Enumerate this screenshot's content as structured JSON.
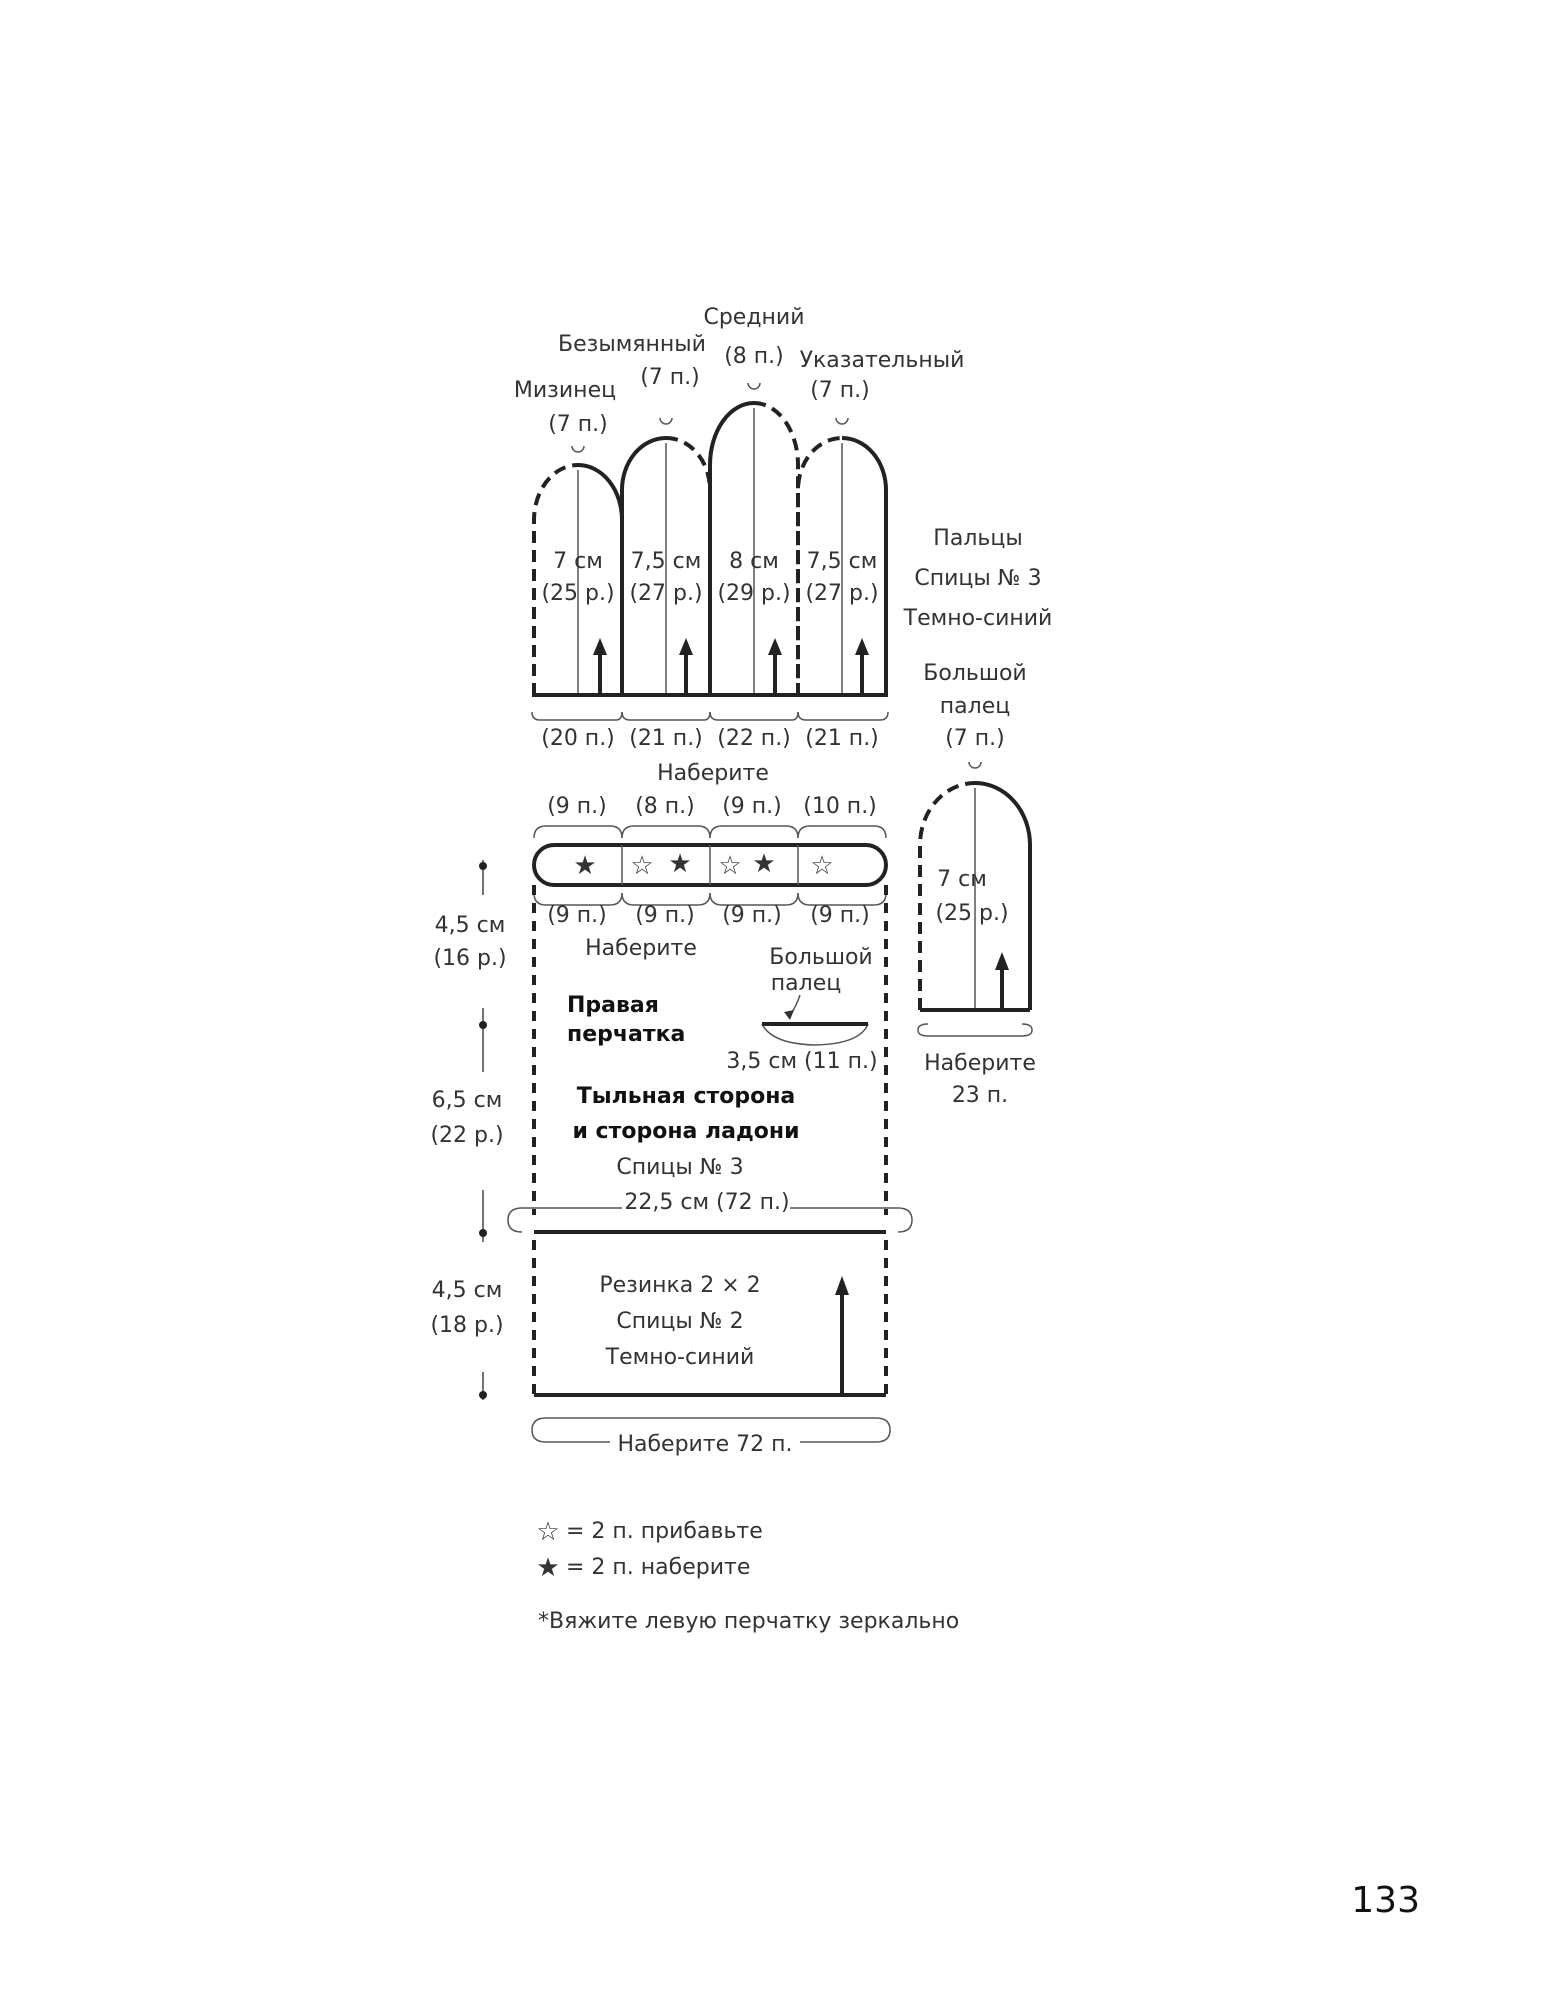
{
  "fingers": {
    "pinky": {
      "name": "Мизинец",
      "top_st": "(7 п.)",
      "length": "7 см",
      "rows": "(25 р.)",
      "base": "(20 п.)"
    },
    "ring": {
      "name": "Безымянный",
      "top_st": "(7 п.)",
      "length": "7,5 см",
      "rows": "(27 р.)",
      "base": "(21 п.)"
    },
    "middle": {
      "name": "Средний",
      "top_st": "(8 п.)",
      "length": "8 см",
      "rows": "(29 р.)",
      "base": "(22 п.)"
    },
    "index": {
      "name": "Указательный",
      "top_st": "(7 п.)",
      "length": "7,5 см",
      "rows": "(27 р.)",
      "base": "(21 п.)"
    },
    "info": [
      "Пальцы",
      "Спицы № 3",
      "Темно-синий"
    ]
  },
  "cast_on_top": {
    "label": "Наберите",
    "groups": [
      "(9 п.)",
      "(8 п.)",
      "(9 п.)",
      "(10 п.)"
    ]
  },
  "cast_on_bottom": {
    "groups": [
      "(9 п.)",
      "(9 п.)",
      "(9 п.)",
      "(9 п.)"
    ],
    "label": "Наберите"
  },
  "thumb_piece": {
    "name_line1": "Большой",
    "name_line2": "палец",
    "top_st": "(7 п.)",
    "length": "7 см",
    "rows": "(25 р.)",
    "cast_on_line1": "Наберите",
    "cast_on_line2": "23 п."
  },
  "thumb_opening": {
    "line1": "Большой",
    "line2": "палец",
    "width": "3,5 см (11 п.)"
  },
  "glove": {
    "title_line1": "Правая",
    "title_line2": "перчатка",
    "side_line1": "Тыльная сторона",
    "side_line2": "и сторона ладони",
    "needles": "Спицы № 3",
    "width": "22,5 см (72 п.)"
  },
  "rib": {
    "line1": "Резинка 2 × 2",
    "line2": "Спицы № 2",
    "line3": "Темно-синий",
    "cast_on": "Наберите 72 п."
  },
  "heights": [
    {
      "cm": "4,5 см",
      "rows": "(16 р.)"
    },
    {
      "cm": "6,5 см",
      "rows": "(22 р.)"
    },
    {
      "cm": "4,5 см",
      "rows": "(18 р.)"
    }
  ],
  "legend": {
    "open_star": "= 2 п. прибавьте",
    "filled_star": "= 2 п. наберите",
    "note": "*Вяжите левую перчатку зеркально"
  },
  "page_number": "133"
}
